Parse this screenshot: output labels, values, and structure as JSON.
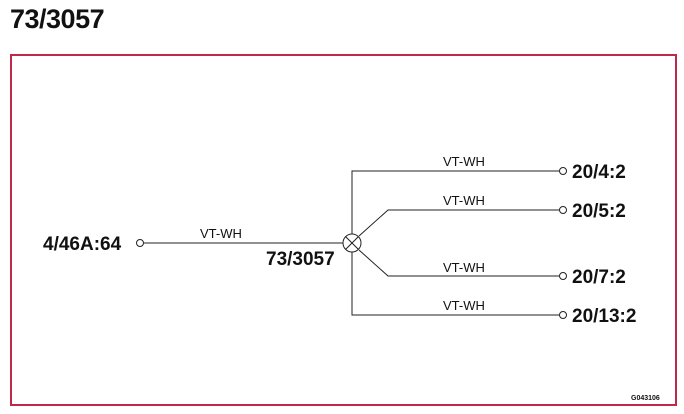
{
  "title": "73/3057",
  "diagram": {
    "splice": "73/3057",
    "source": "4/46A:64",
    "source_wire": "VT-WH",
    "branches": [
      {
        "wire": "VT-WH",
        "terminal": "20/4:2"
      },
      {
        "wire": "VT-WH",
        "terminal": "20/5:2"
      },
      {
        "wire": "VT-WH",
        "terminal": "20/7:2"
      },
      {
        "wire": "VT-WH",
        "terminal": "20/13:2"
      }
    ],
    "figure_code": "G043106"
  },
  "colors": {
    "frame": "#c0284a",
    "line": "#222222"
  }
}
